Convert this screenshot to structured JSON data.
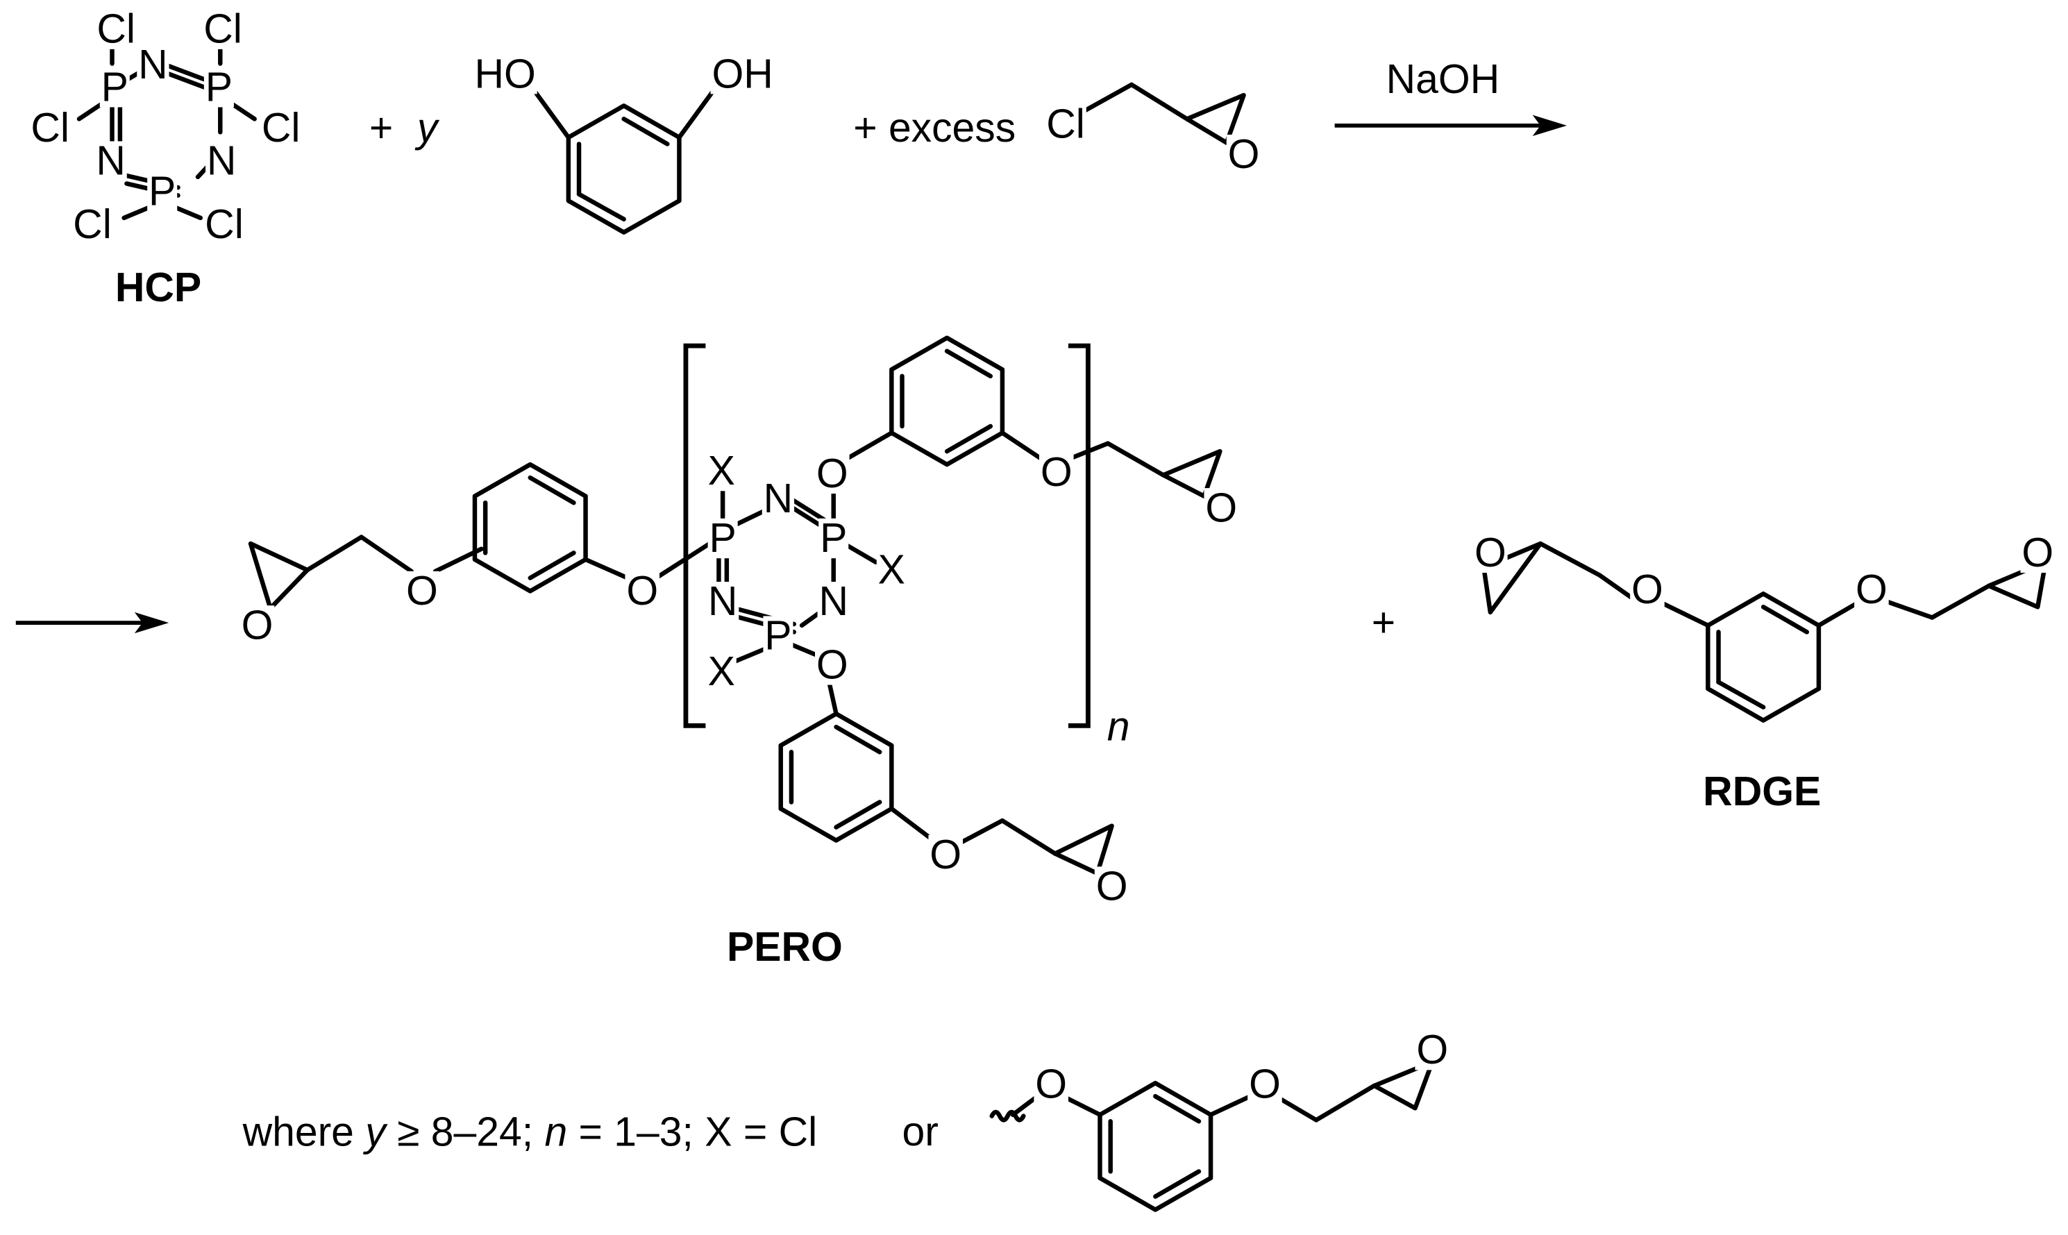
{
  "atoms": {
    "cl": "Cl",
    "p": "P",
    "n": "N",
    "o": "O",
    "x": "X",
    "ho": "HO",
    "oh": "OH"
  },
  "reactants": {
    "hcp_label": "HCP",
    "plus": "+",
    "y": "y",
    "plus_excess": "+ excess"
  },
  "reagent": "NaOH",
  "products": {
    "pero_label": "PERO",
    "rdge_label": "RDGE",
    "plus": "+",
    "repeat_subscript": "n"
  },
  "footnote": {
    "where": "where ",
    "y": "y",
    "y_range": " ≥ 8–24; ",
    "n": "n",
    "n_range": " = 1–3; X = Cl",
    "or": "or"
  }
}
